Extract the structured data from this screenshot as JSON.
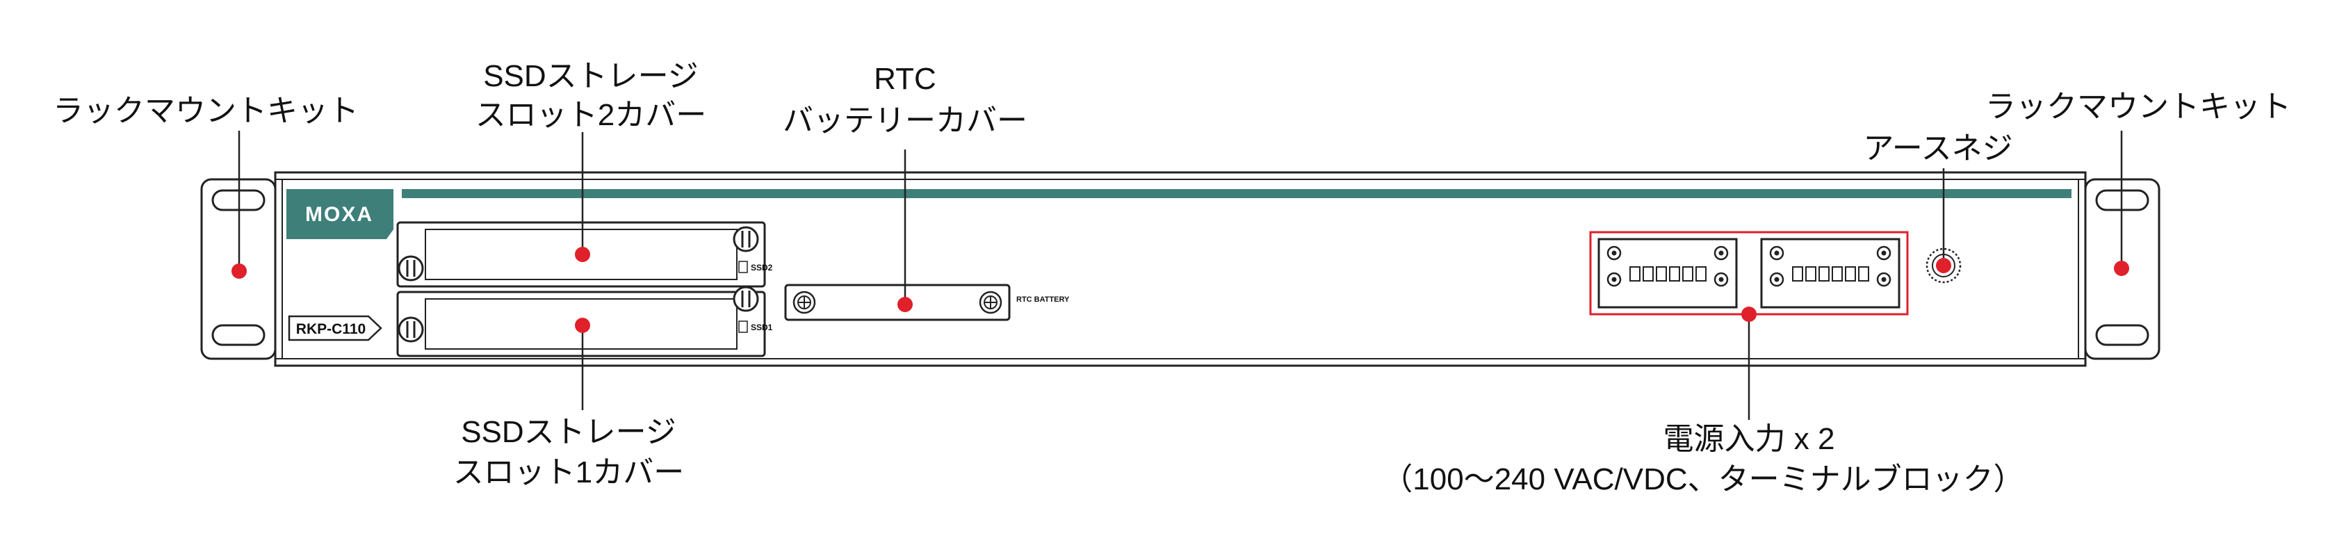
{
  "diagram": {
    "device": {
      "brand_logo": "MOXA",
      "model_label": "RKP-C110",
      "ssd1_tag": "SSD1",
      "ssd2_tag": "SSD2",
      "rtc_tag": "RTC BATTERY"
    },
    "callouts": {
      "rack_left": "ラックマウントキット",
      "ssd2": [
        "SSDストレージ",
        "スロット2カバー"
      ],
      "rtc": [
        "RTC",
        "バッテリーカバー"
      ],
      "ground": "アースネジ",
      "rack_right": "ラックマウントキット",
      "ssd1": [
        "SSDストレージ",
        "スロット1カバー"
      ],
      "power": [
        "電源入力 x 2",
        "（100～240 VAC/VDC、ターミナルブロック）"
      ]
    },
    "colors": {
      "accent_teal": "#3e7f7a",
      "callout_red": "#e0202b",
      "line": "#222222"
    }
  }
}
